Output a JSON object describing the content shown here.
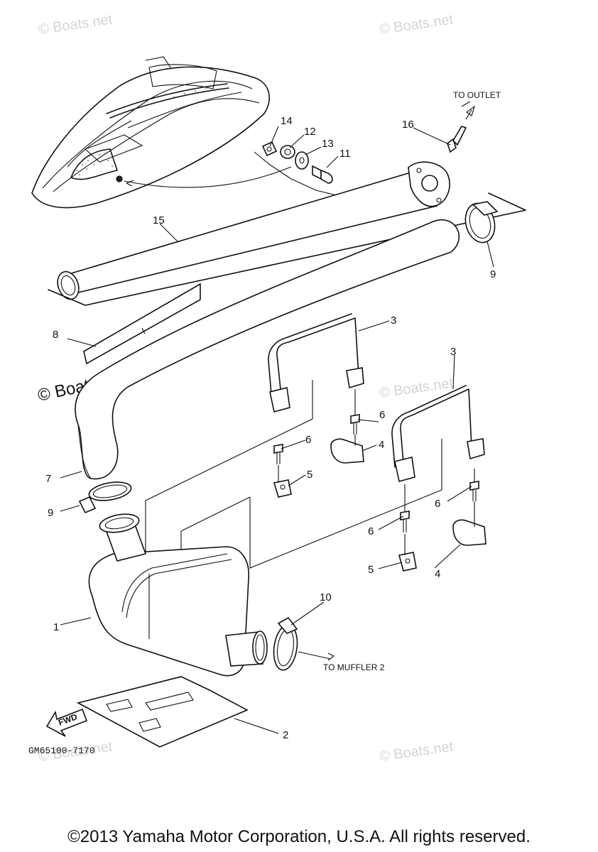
{
  "watermarks": {
    "text": "© Boats.net"
  },
  "notes": {
    "to_outlet": "TO OUTLET",
    "to_muffler": "TO MUFFLER 2",
    "fwd": "FWD"
  },
  "drawing_code": "GM65100-7170",
  "callouts": {
    "c1": "1",
    "c2": "2",
    "c3a": "3",
    "c3b": "3",
    "c4a": "4",
    "c4b": "4",
    "c5a": "5",
    "c5b": "5",
    "c6a": "6",
    "c6b": "6",
    "c6c": "6",
    "c6d": "6",
    "c7": "7",
    "c8": "8",
    "c9a": "9",
    "c9b": "9",
    "c10": "10",
    "c11": "11",
    "c12": "12",
    "c13": "13",
    "c14": "14",
    "c15": "15",
    "c16": "16"
  },
  "copyright": "©2013 Yamaha Motor Corporation, U.S.A. All rights reserved."
}
